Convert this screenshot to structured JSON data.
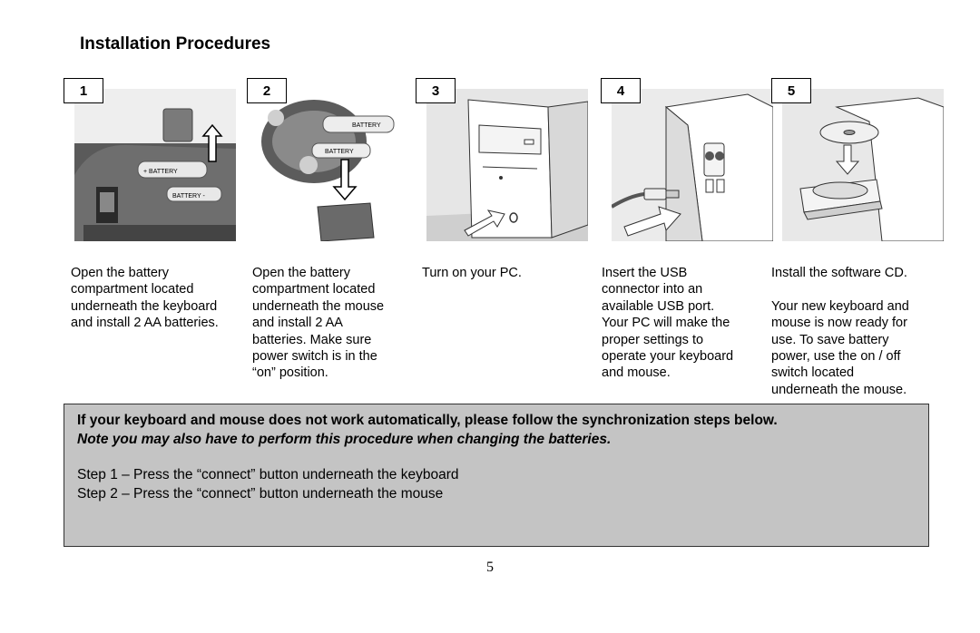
{
  "title": "Installation Procedures",
  "steps": [
    {
      "number": "1",
      "description": "Open the battery\ncompartment located\nunderneath the keyboard\nand install 2 AA batteries.",
      "labels": [
        "+ BATTERY",
        "BATTERY -"
      ]
    },
    {
      "number": "2",
      "description": "Open the battery\ncompartment located\nunderneath the mouse\nand install 2 AA\nbatteries. Make sure\npower switch is in the\n“on” position.",
      "labels": [
        "BATTERY",
        "BATTERY"
      ]
    },
    {
      "number": "3",
      "description": "Turn on your PC."
    },
    {
      "number": "4",
      "description": "Insert the USB\nconnector into an\navailable USB port.\nYour PC will make the\nproper settings to\noperate your keyboard\nand mouse."
    },
    {
      "number": "5",
      "description": "Install the software CD.\n\nYour new keyboard and\nmouse is now ready for\nuse. To save battery\npower, use the on / off\nswitch located\nunderneath the mouse."
    }
  ],
  "note": {
    "bold": "If your keyboard and mouse does not work automatically, please follow the synchronization steps below.",
    "italic": "Note you may also have to perform this procedure when changing the batteries.",
    "step1": "Step 1 – Press the “connect” button underneath the keyboard",
    "step2": "Step 2 – Press the “connect” button underneath the mouse"
  },
  "page_number": "5"
}
